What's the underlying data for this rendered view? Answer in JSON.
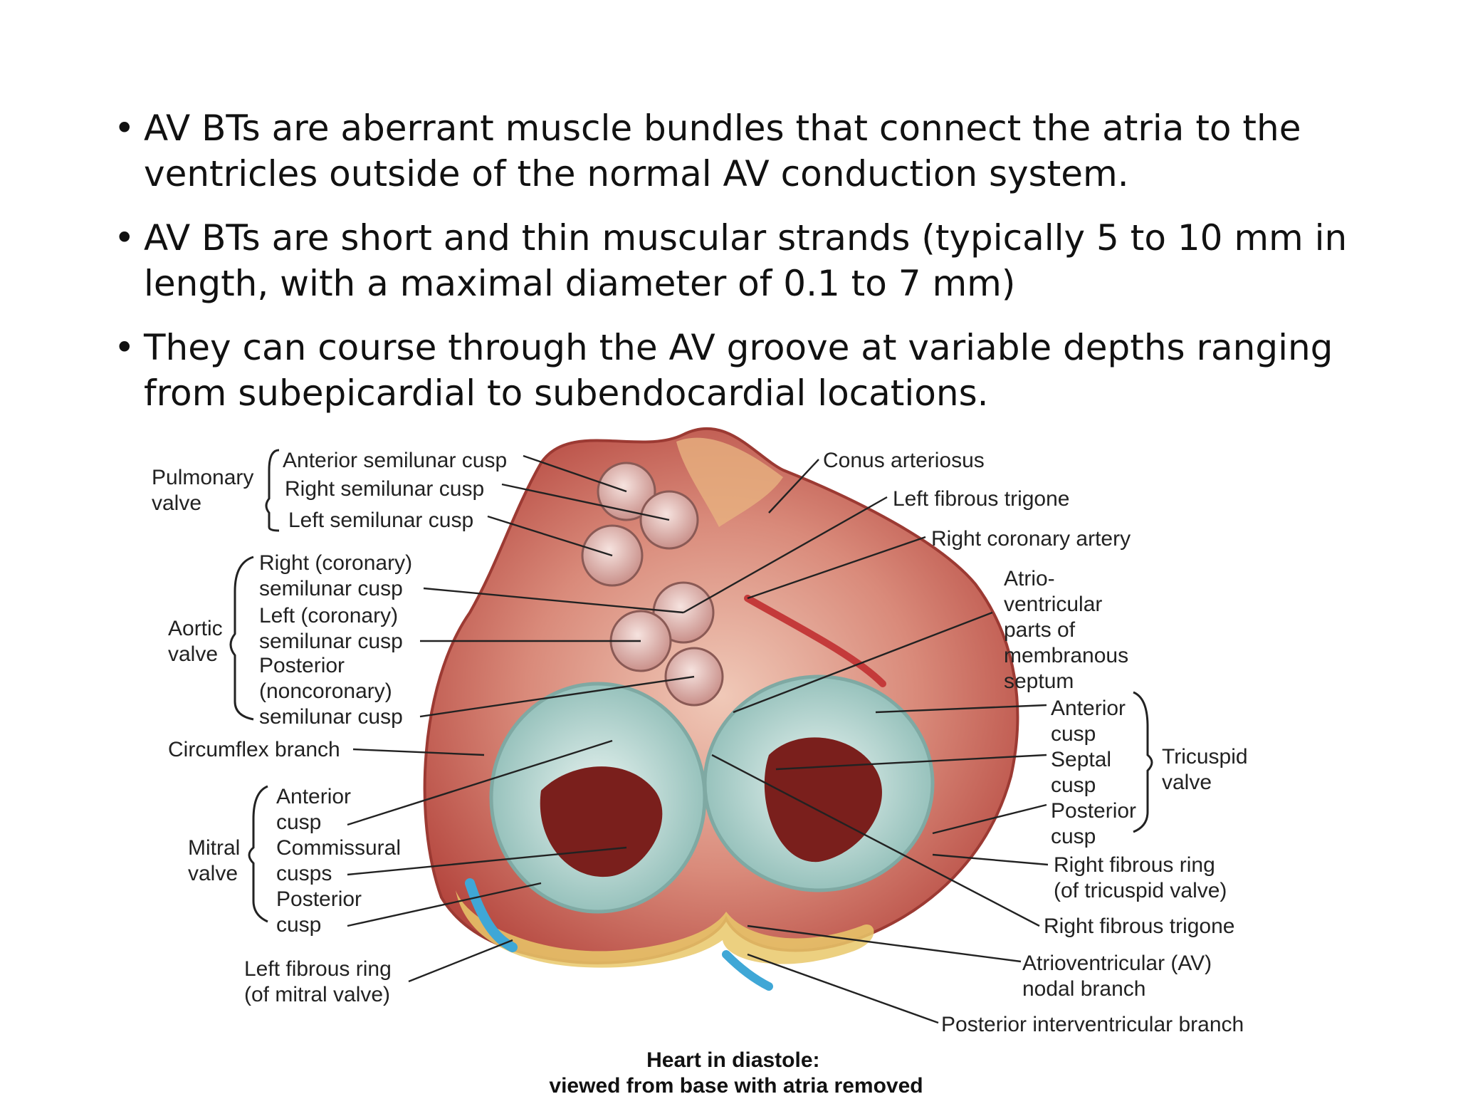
{
  "slide": {
    "bullets": [
      {
        "lines": [
          "AV BTs are aberrant muscle bundles that connect the atria to the",
          "ventricles outside of the normal AV conduction system."
        ]
      },
      {
        "lines": [
          "AV BTs are  short and  thin muscular strands (typically 5 to 10 mm in",
          "length, with a maximal diameter of 0.1 to 7 mm)"
        ]
      },
      {
        "lines": [
          "They can course through the AV groove at variable depths ranging",
          "from subepicardial to subendocardial locations."
        ]
      }
    ]
  },
  "figure": {
    "groups": {
      "pulmonary": [
        "Pulmonary",
        "valve"
      ],
      "aortic": [
        "Aortic",
        "valve"
      ],
      "mitral": [
        "Mitral",
        "valve"
      ],
      "tricuspid": [
        "Tricuspid",
        "valve"
      ]
    },
    "labels": {
      "anterior_semilunar_cusp": "Anterior semilunar cusp",
      "right_semilunar_cusp": "Right semilunar cusp",
      "left_semilunar_cusp": "Left semilunar cusp",
      "right_coronary_cusp": [
        "Right (coronary)",
        "semilunar cusp"
      ],
      "left_coronary_cusp": [
        "Left (coronary)",
        "semilunar cusp"
      ],
      "posterior_cusp_aortic": [
        "Posterior",
        "(noncoronary)",
        "semilunar cusp"
      ],
      "circumflex_branch": "Circumflex branch",
      "mitral_anterior_cusp": [
        "Anterior",
        "cusp"
      ],
      "commissural_cusps": [
        "Commissural",
        "cusps"
      ],
      "mitral_posterior_cusp": [
        "Posterior",
        "cusp"
      ],
      "left_fibrous_ring": [
        "Left fibrous ring",
        "(of mitral valve)"
      ],
      "conus_arteriosus": "Conus arteriosus",
      "left_fibrous_trigone": "Left fibrous trigone",
      "right_coronary_artery": "Right coronary artery",
      "membranous_septum": [
        "Atrio-",
        "ventricular",
        "parts of",
        "membranous",
        "septum"
      ],
      "tricuspid_anterior_cusp": [
        "Anterior",
        "cusp"
      ],
      "septal_cusp": [
        "Septal",
        "cusp"
      ],
      "tricuspid_posterior_cusp": [
        "Posterior",
        "cusp"
      ],
      "right_fibrous_ring": [
        "Right fibrous ring",
        "(of tricuspid valve)"
      ],
      "right_fibrous_trigone": "Right fibrous trigone",
      "av_nodal_branch": [
        "Atrioventricular (AV)",
        "nodal branch"
      ],
      "posterior_interventricular_branch": "Posterior interventricular branch"
    },
    "caption": [
      "Heart in diastole:",
      "viewed from base with atria removed"
    ]
  }
}
